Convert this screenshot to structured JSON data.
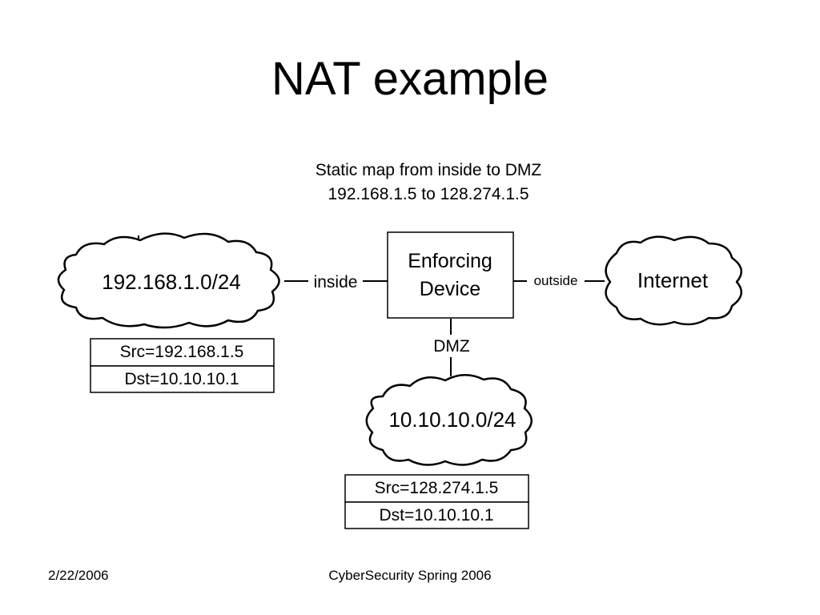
{
  "slide": {
    "title": "NAT example",
    "note_line1": "Static map from inside to DMZ",
    "note_line2": "192.168.1.5 to 128.274.1.5"
  },
  "networks": {
    "inside": "192.168.1.0/24",
    "internet": "Internet",
    "dmz": "10.10.10.0/24"
  },
  "device": {
    "line1": "Enforcing",
    "line2": "Device"
  },
  "links": {
    "inside": "inside",
    "outside": "outside",
    "dmz": "DMZ"
  },
  "packets": {
    "before": {
      "src": "Src=192.168.1.5",
      "dst": "Dst=10.10.10.1"
    },
    "after": {
      "src": "Src=128.274.1.5",
      "dst": "Dst=10.10.10.1"
    }
  },
  "footer": {
    "date": "2/22/2006",
    "course": "CyberSecurity Spring 2006"
  }
}
